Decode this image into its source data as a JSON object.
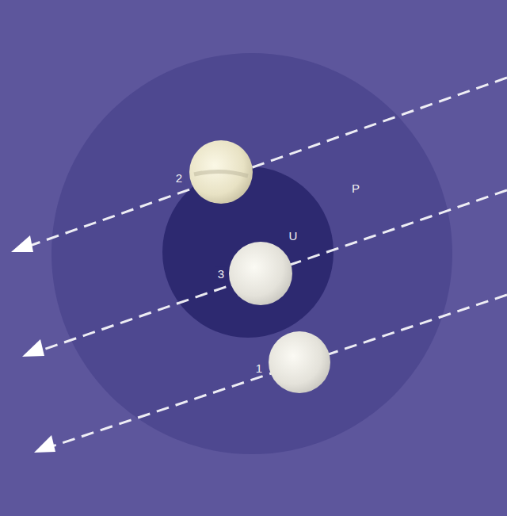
{
  "diagram": {
    "nodes": [
      {
        "text": [
          "P"
        ]
      },
      {
        "text": [
          "U"
        ],
        "in": 0
      }
    ],
    "labels": [
      "2",
      "3",
      "1"
    ]
  }
}
